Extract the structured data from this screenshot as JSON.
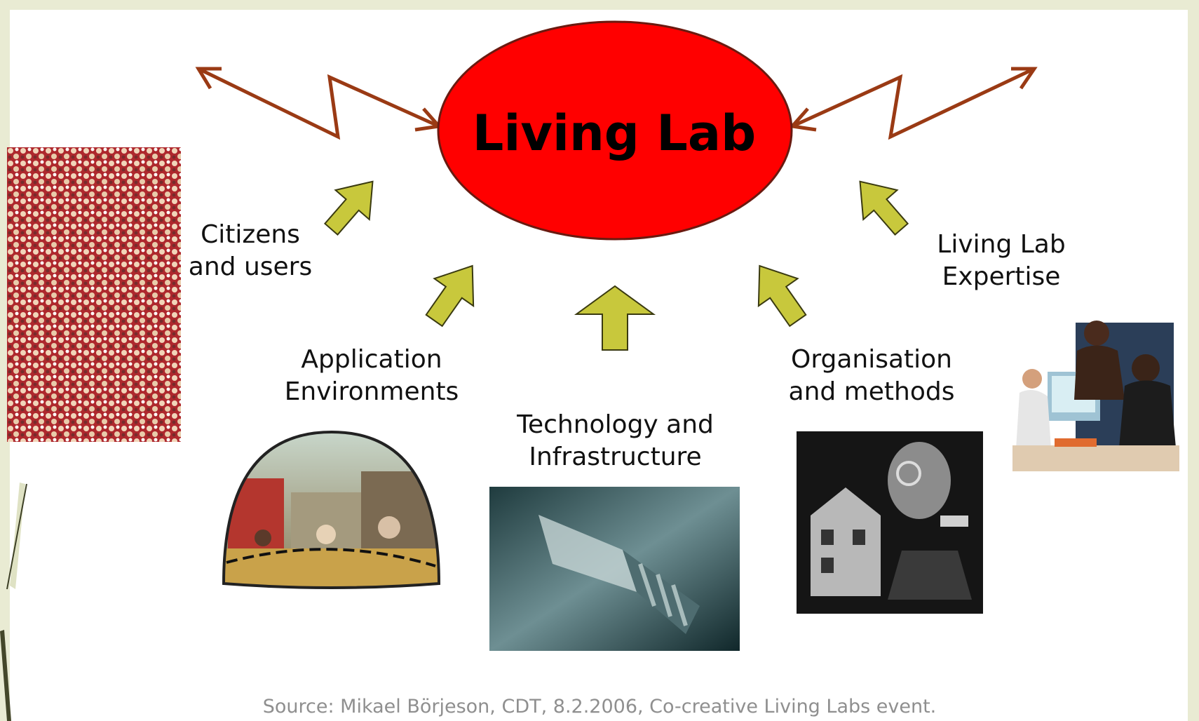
{
  "diagram": {
    "center": "Living Lab",
    "nodes": {
      "citizens": [
        "Citizens",
        "and users"
      ],
      "application": [
        "Application",
        "Environments"
      ],
      "technology": [
        "Technology and",
        "Infrastructure"
      ],
      "organisation": [
        "Organisation",
        "and methods"
      ],
      "expertise": [
        "Living Lab",
        "Expertise"
      ]
    },
    "source": "Source: Mikael Börjeson, CDT, 8.2.2006, Co-creative Living Labs event."
  },
  "colors": {
    "ellipse_fill": "#ff0000",
    "arrow_fill": "#c8c83c",
    "zigzag_stroke": "#9a3a14",
    "page_border": "#e9ebd3"
  }
}
